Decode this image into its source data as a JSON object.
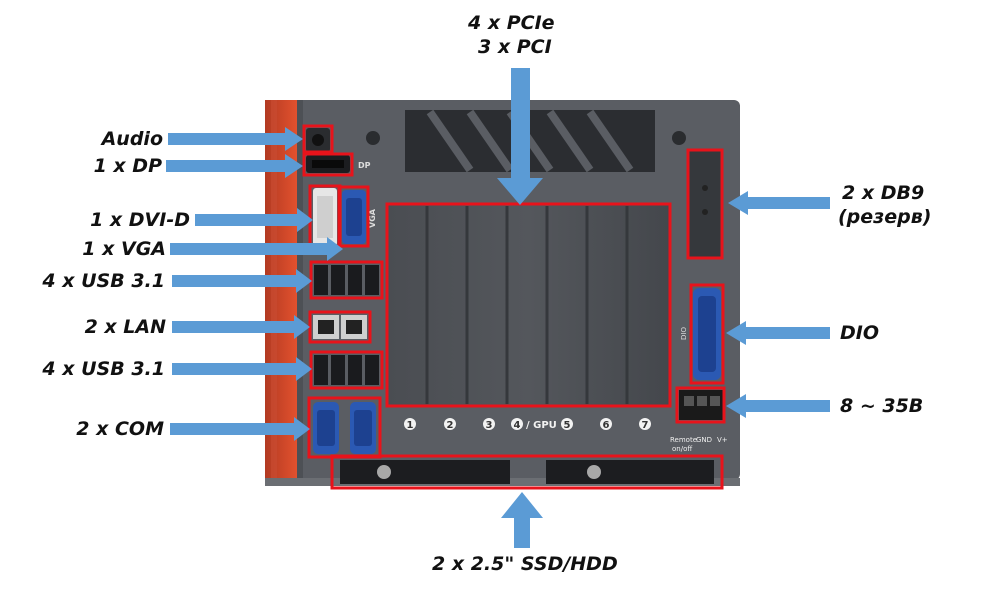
{
  "labels": {
    "pcie": "4 x PCIe",
    "pci": "3 x PCI",
    "audio": "Audio",
    "dp": "1 x DP",
    "dvi": "1 x DVI-D",
    "vga": "1 x VGA",
    "usb_top": "4 x USB 3.1",
    "lan": "2 x LAN",
    "usb_bottom": "4 x USB 3.1",
    "com": "2 x COM",
    "db9_1": "2 x DB9",
    "db9_2": "(резерв)",
    "dio": "DIO",
    "power": "8 ~ 35В",
    "storage": "2 x 2.5\" SSD/HDD"
  },
  "panel_text": {
    "dp": "DP",
    "vga": "VGA",
    "gpu": "/ GPU",
    "dio": "DIO",
    "remote": "Remote",
    "onoff": "on/off",
    "gnd": "GND",
    "vplus": "V+",
    "slots": [
      "1",
      "2",
      "3",
      "4",
      "5",
      "6",
      "7"
    ]
  },
  "colors": {
    "highlight": "#e8131b",
    "arrow": "#5b9bd5",
    "chassis": "#5a5d63",
    "chassis_dark": "#3f4247",
    "accent_stripe": "#d8432a",
    "slot_bay": "#45484d"
  }
}
